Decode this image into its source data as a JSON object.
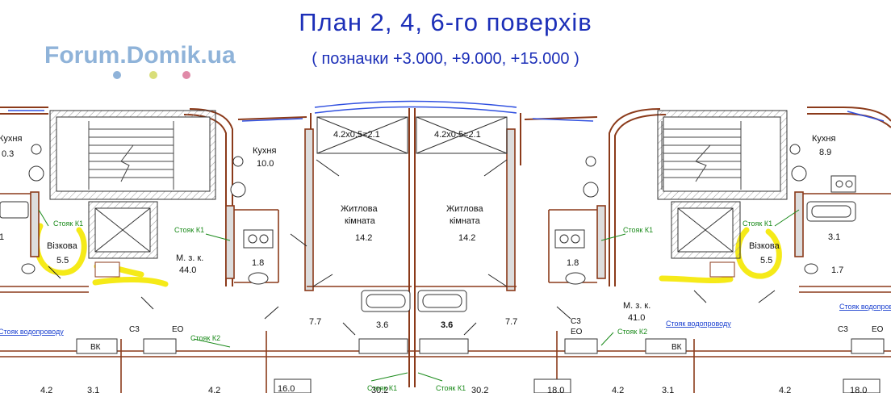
{
  "header": {
    "title": "План  2, 4, 6-го поверхів",
    "subtitle": "( позначки +3.000, +9.000, +15.000 )",
    "watermark": "Forum.Domik.ua"
  },
  "colors": {
    "wall": "#8b3a1a",
    "wall_fill": "#e6e6e6",
    "title": "#1c2fb8",
    "stoiak": "#1a8a1a",
    "water": "#1a40d0",
    "highlight": "#f5e800",
    "glass": "#3050e0"
  },
  "rooms": {
    "kitchen_left_partial": "Кухня",
    "kitchen_left_area": "0.3",
    "kitchen_center_left": "Кухня",
    "kitchen_center_left_area": "10.0",
    "kitchen_right": "Кухня",
    "kitchen_right_area": "8.9",
    "balcony_left": "4.2x0.5=2.1",
    "balcony_right": "4.2x0.5=2.1",
    "living_left": "Житлова\nкімната",
    "living_left_l1": "Житлова",
    "living_left_l2": "кімната",
    "living_left_area": "14.2",
    "living_right_l1": "Житлова",
    "living_right_l2": "кімната",
    "living_right_area": "14.2",
    "stroller_left": "Візкова",
    "stroller_left_area": "5.5",
    "stroller_right": "Візкова",
    "stroller_right_area": "5.5",
    "common_left": "М. з. к.",
    "common_left_area": "44.0",
    "common_right": "М. з. к.",
    "common_right_area": "41.0",
    "bath_a": "1.8",
    "bath_b": "1.8",
    "bath_c": "3.1",
    "bath_d": "1.7",
    "hall_a": "7.7",
    "hall_b": "7.7",
    "bath_e": "3.6",
    "bath_f": "3.6",
    "room_a": "16.0",
    "room_b": "30.2",
    "room_c": "30.2",
    "room_d": "18.0",
    "room_e": "18.0",
    "left_edge_a": "1",
    "bottom_a": "4.2",
    "bottom_b": "3.1",
    "bottom_c": "4.2",
    "bottom_d": "4.2",
    "bottom_e": "3.1",
    "bottom_f": "4.2"
  },
  "labels": {
    "stoiak_k1_a": "Стояк К1",
    "stoiak_k1_b": "Стояк К1",
    "stoiak_k1_c": "Стояк К1",
    "stoiak_k1_d": "Стояк К1",
    "stoiak_k1_e": "Стояк К1",
    "stoiak_k1_f": "Стояк К1",
    "stoiak_k2_a": "Стояк К2",
    "stoiak_k2_b": "Стояк К2",
    "water_a": "Стояк водопроводу",
    "water_b": "Стояк водопроводу",
    "water_c": "Стояк водопроводу",
    "vk_a": "ВК",
    "vk_b": "ВК",
    "c3_a": "С3",
    "c3_b": "С3",
    "c3_c": "С3",
    "eo_a": "ЕО",
    "eo_b": "ЕО",
    "eo_c": "ЕО"
  }
}
